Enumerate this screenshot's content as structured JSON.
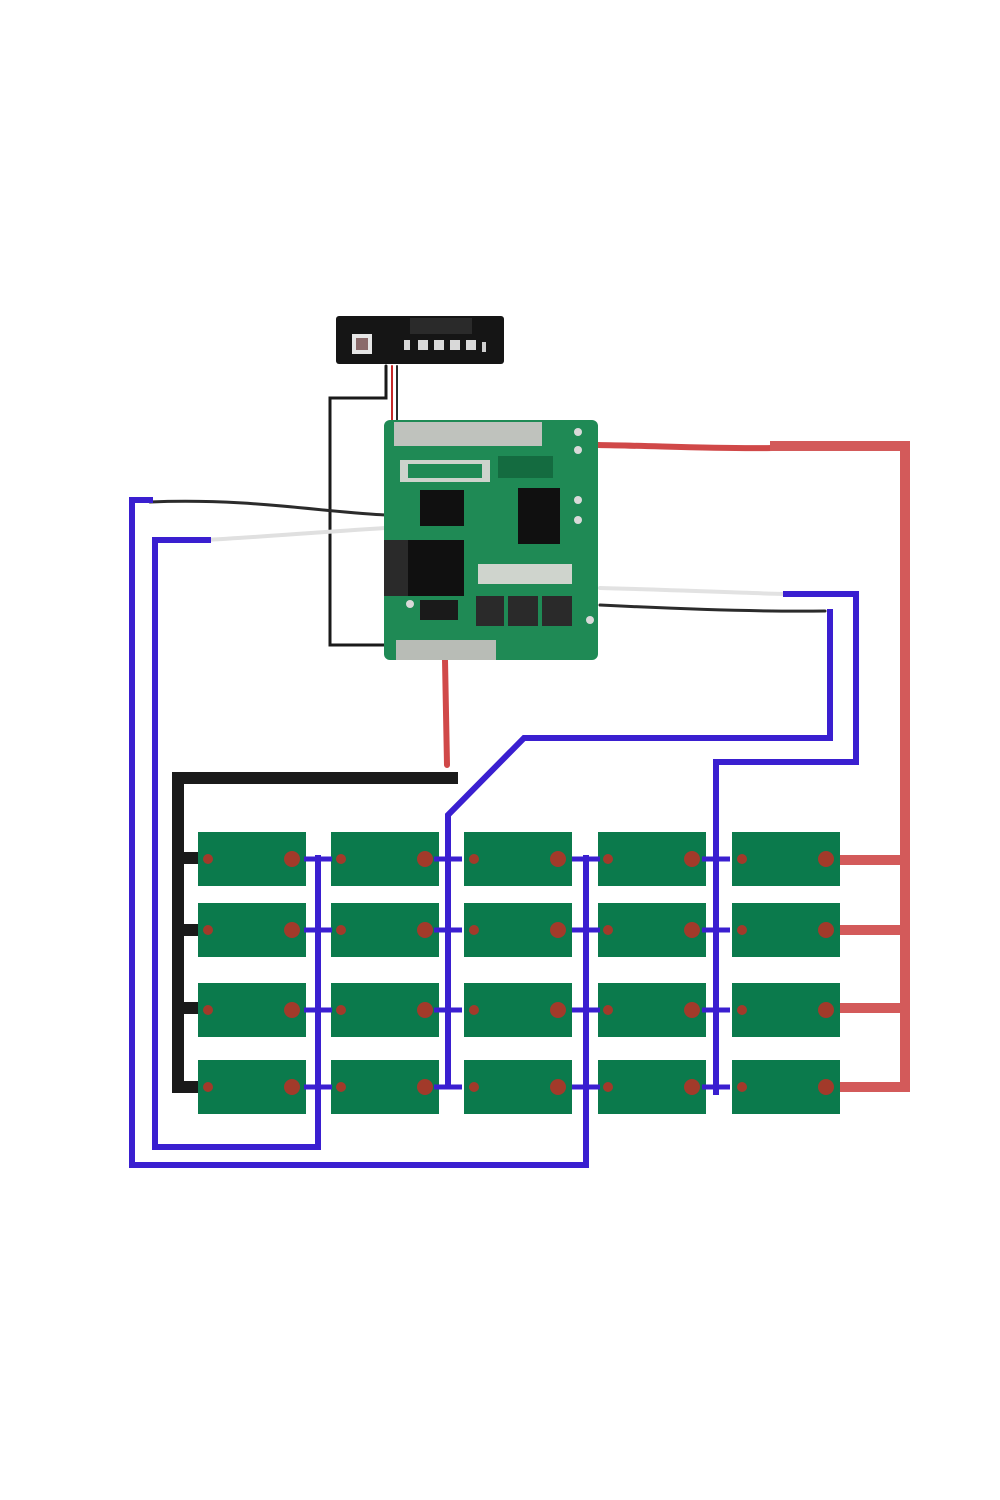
{
  "diagram": {
    "colors": {
      "background": "#ffffff",
      "bms_board": "#1f8a55",
      "bms_board_dark": "#146b40",
      "indicator_board": "#151515",
      "cell": "#0b7a4c",
      "cell_terminal": "#a23a2a",
      "wire_black": "#1a1a1a",
      "wire_blue": "#3a1fd0",
      "wire_red": "#d35a5a",
      "lead_white": "#e8e8e8",
      "lead_black": "#2b2b2b",
      "lead_red": "#d04848"
    },
    "battery_pack": {
      "rows": 4,
      "columns": 5,
      "configuration": "5S4P"
    },
    "components": {
      "bms_board": "bms-protection-board",
      "indicator_board": "battery-level-indicator-board",
      "cells": "battery-cell"
    }
  }
}
